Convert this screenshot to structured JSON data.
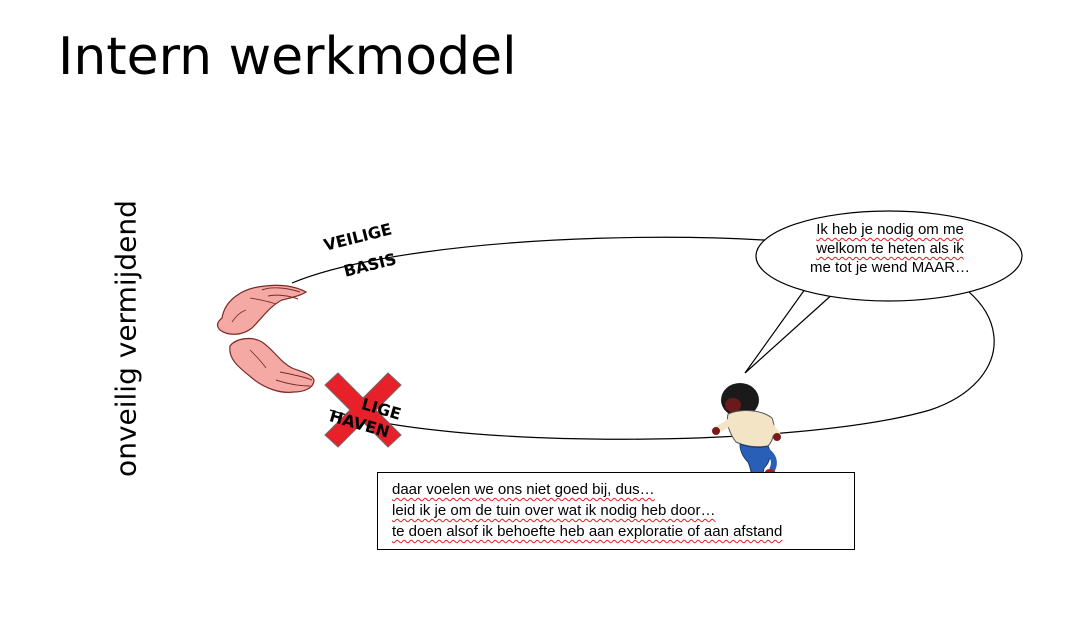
{
  "title": "Intern werkmodel",
  "side_label": "onveilig vermijdend",
  "labels": {
    "veilige": "VEILIGE",
    "basis": "BASIS",
    "haven_top": "LIGE",
    "haven_bottom": "HAVEN"
  },
  "speech_bubble": {
    "lines": [
      "Ik heb je nodig om me",
      "welkom te heten als ik",
      "me tot je wend MAAR…"
    ]
  },
  "textbox": {
    "lines": [
      "daar voelen we ons niet goed bij, dus…",
      "leid ik je om de tuin over wat ik nodig heb door…",
      "te doen alsof ik behoefte heb aan exploratie of aan afstand"
    ]
  },
  "colors": {
    "hand_fill": "#f4a9a4",
    "hand_stroke": "#7a2a26",
    "cross": "#e8202a",
    "child_shirt": "#f3e4c6",
    "child_pants": "#2a5fb8"
  }
}
